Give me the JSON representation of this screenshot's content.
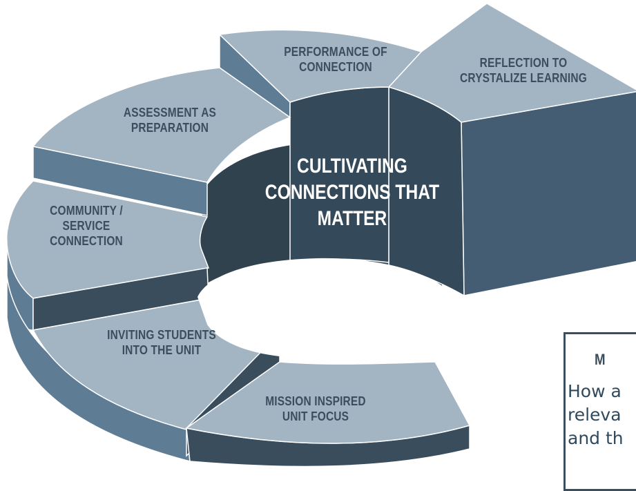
{
  "diagram": {
    "center_title_lines": [
      "CULTIVATING",
      "CONNECTIONS THAT",
      "MATTER"
    ],
    "segments": [
      {
        "id": "mission",
        "lines": [
          "MISSION INSPIRED",
          "UNIT FOCUS"
        ]
      },
      {
        "id": "inviting",
        "lines": [
          "INVITING STUDENTS",
          "INTO THE UNIT"
        ]
      },
      {
        "id": "community",
        "lines": [
          "COMMUNITY /",
          "SERVICE",
          "CONNECTION"
        ]
      },
      {
        "id": "assessment",
        "lines": [
          "ASSESSMENT AS",
          "PREPARATION"
        ]
      },
      {
        "id": "performance",
        "lines": [
          "PERFORMANCE OF",
          "CONNECTION"
        ]
      },
      {
        "id": "reflection",
        "lines": [
          "REFLECTION TO",
          "CRYSTALIZE  LEARNING"
        ]
      }
    ],
    "colors": {
      "top_face": "#a3b4c3",
      "side_face": "#5f7c95",
      "dark_face": "#3a4d5d",
      "block_front": "#445d73",
      "label_text": "#3b4e5e",
      "edge": "#ffffff"
    }
  },
  "callout": {
    "heading": "M",
    "lines": [
      "How a",
      "releva",
      "and th"
    ]
  }
}
